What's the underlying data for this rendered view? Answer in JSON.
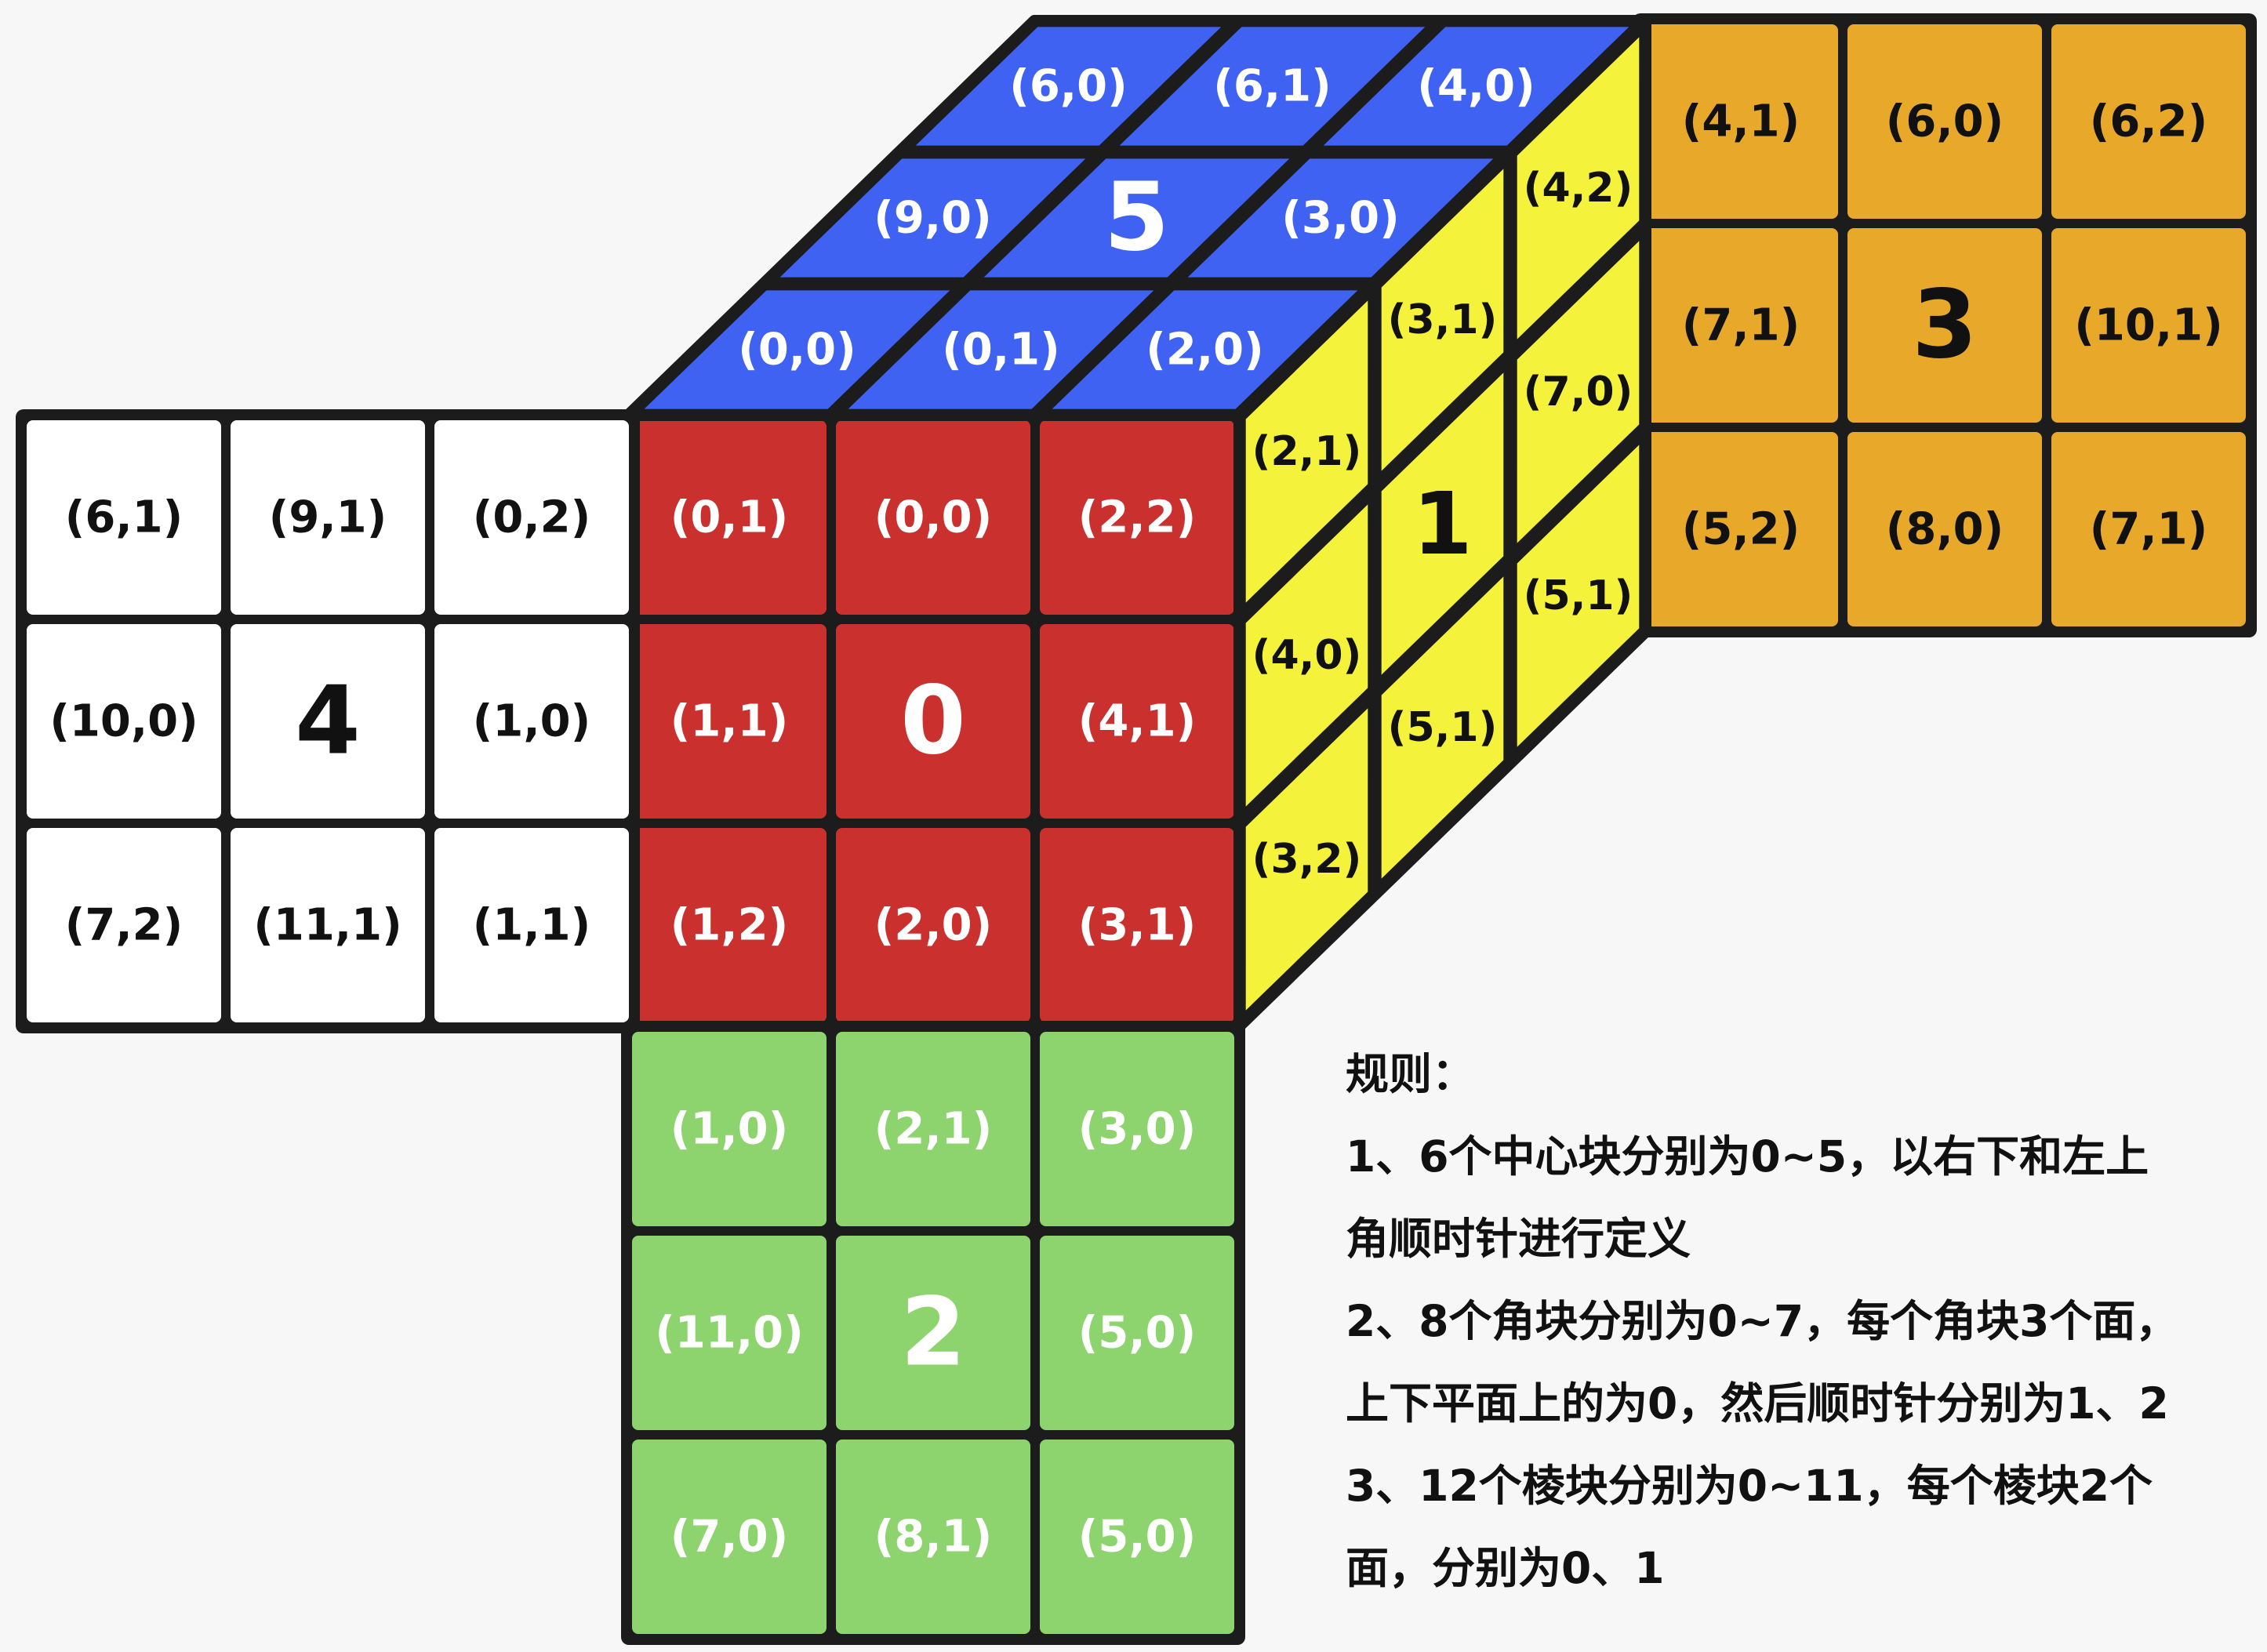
{
  "colors": {
    "red": "#c9302e",
    "blue": "#3f62f2",
    "yellow": "#f4f23a",
    "orange": "#e8a92a",
    "white": "#ffffff",
    "green": "#8ed46e",
    "outline": "#1c1c1c"
  },
  "faces": {
    "front": {
      "color": "red",
      "center": "0",
      "text_color": "#ffffff",
      "cells": [
        "(0,1)",
        "(0,0)",
        "(2,2)",
        "(1,1)",
        "0",
        "(4,1)",
        "(1,2)",
        "(2,0)",
        "(3,1)"
      ]
    },
    "top": {
      "color": "blue",
      "center": "5",
      "text_color": "#ffffff",
      "cells": [
        "(6,0)",
        "(6,1)",
        "(4,0)",
        "(9,0)",
        "5",
        "(3,0)",
        "(0,0)",
        "(0,1)",
        "(2,0)"
      ]
    },
    "right": {
      "color": "yellow",
      "center": "1",
      "text_color": "#111111",
      "cells": [
        "(2,1)",
        "(3,1)",
        "(4,2)",
        "(4,0)",
        "1",
        "(7,0)",
        "(3,2)",
        "(5,1)",
        "(5,1)"
      ]
    },
    "left": {
      "color": "white",
      "center": "4",
      "text_color": "#111111",
      "cells": [
        "(6,1)",
        "(9,1)",
        "(0,2)",
        "(10,0)",
        "4",
        "(1,0)",
        "(7,2)",
        "(11,1)",
        "(1,1)"
      ]
    },
    "bottom": {
      "color": "green",
      "center": "2",
      "text_color": "#ffffff",
      "cells": [
        "(1,0)",
        "(2,1)",
        "(3,0)",
        "(11,0)",
        "2",
        "(5,0)",
        "(7,0)",
        "(8,1)",
        "(5,0)"
      ]
    },
    "back": {
      "color": "orange",
      "center": "3",
      "text_color": "#111111",
      "cells": [
        "(4,1)",
        "(6,0)",
        "(6,2)",
        "(7,1)",
        "3",
        "(10,1)",
        "(5,2)",
        "(8,0)",
        "(7,1)"
      ]
    }
  },
  "rules": {
    "heading": "规则：",
    "lines": [
      "1、6个中心块分别为0~5，以右下和左上",
      "角顺时针进行定义",
      "2、8个角块分别为0~7，每个角块3个面，",
      "上下平面上的为0，然后顺时针分别为1、2",
      "3、12个棱块分别为0~11，每个棱块2个",
      "面，分别为0、1"
    ]
  }
}
